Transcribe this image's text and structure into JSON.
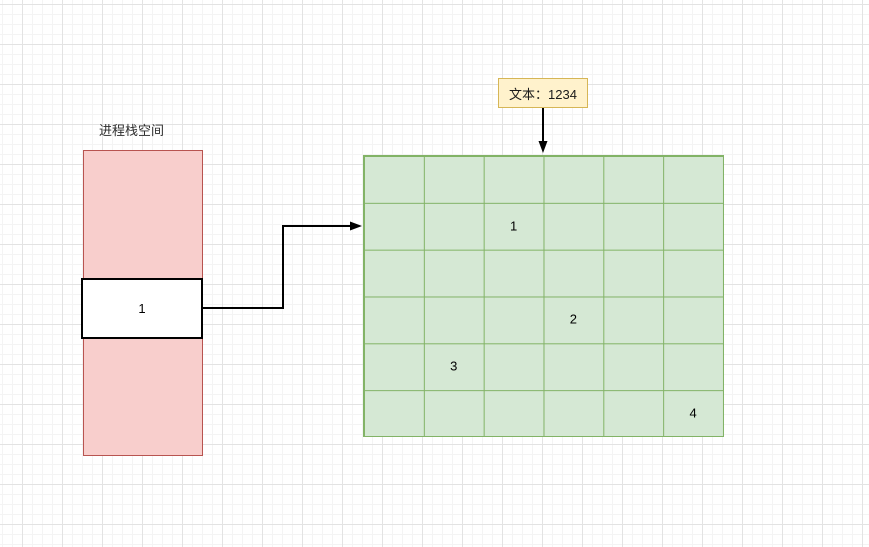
{
  "colors": {
    "grid-minor": "#f4f4f4",
    "grid-major": "#e3e3e3",
    "stack-fill": "#f8cecc",
    "stack-border": "#b85450",
    "slot-fill": "#ffffff",
    "slot-border": "#000000",
    "note-fill": "#fff2cc",
    "note-border": "#d6b656",
    "grid-fill": "#d5e8d4",
    "grid-line": "#82b366",
    "connector": "#000000"
  },
  "stack": {
    "title": "进程栈空间",
    "slot_label": "1"
  },
  "note": {
    "text": "文本：1234"
  },
  "memory_grid": {
    "rows": 6,
    "cols": 6,
    "cells": [
      {
        "label": "1",
        "row": 2,
        "col": 3
      },
      {
        "label": "2",
        "row": 4,
        "col": 4
      },
      {
        "label": "3",
        "row": 5,
        "col": 2
      },
      {
        "label": "4",
        "row": 6,
        "col": 6
      }
    ]
  }
}
